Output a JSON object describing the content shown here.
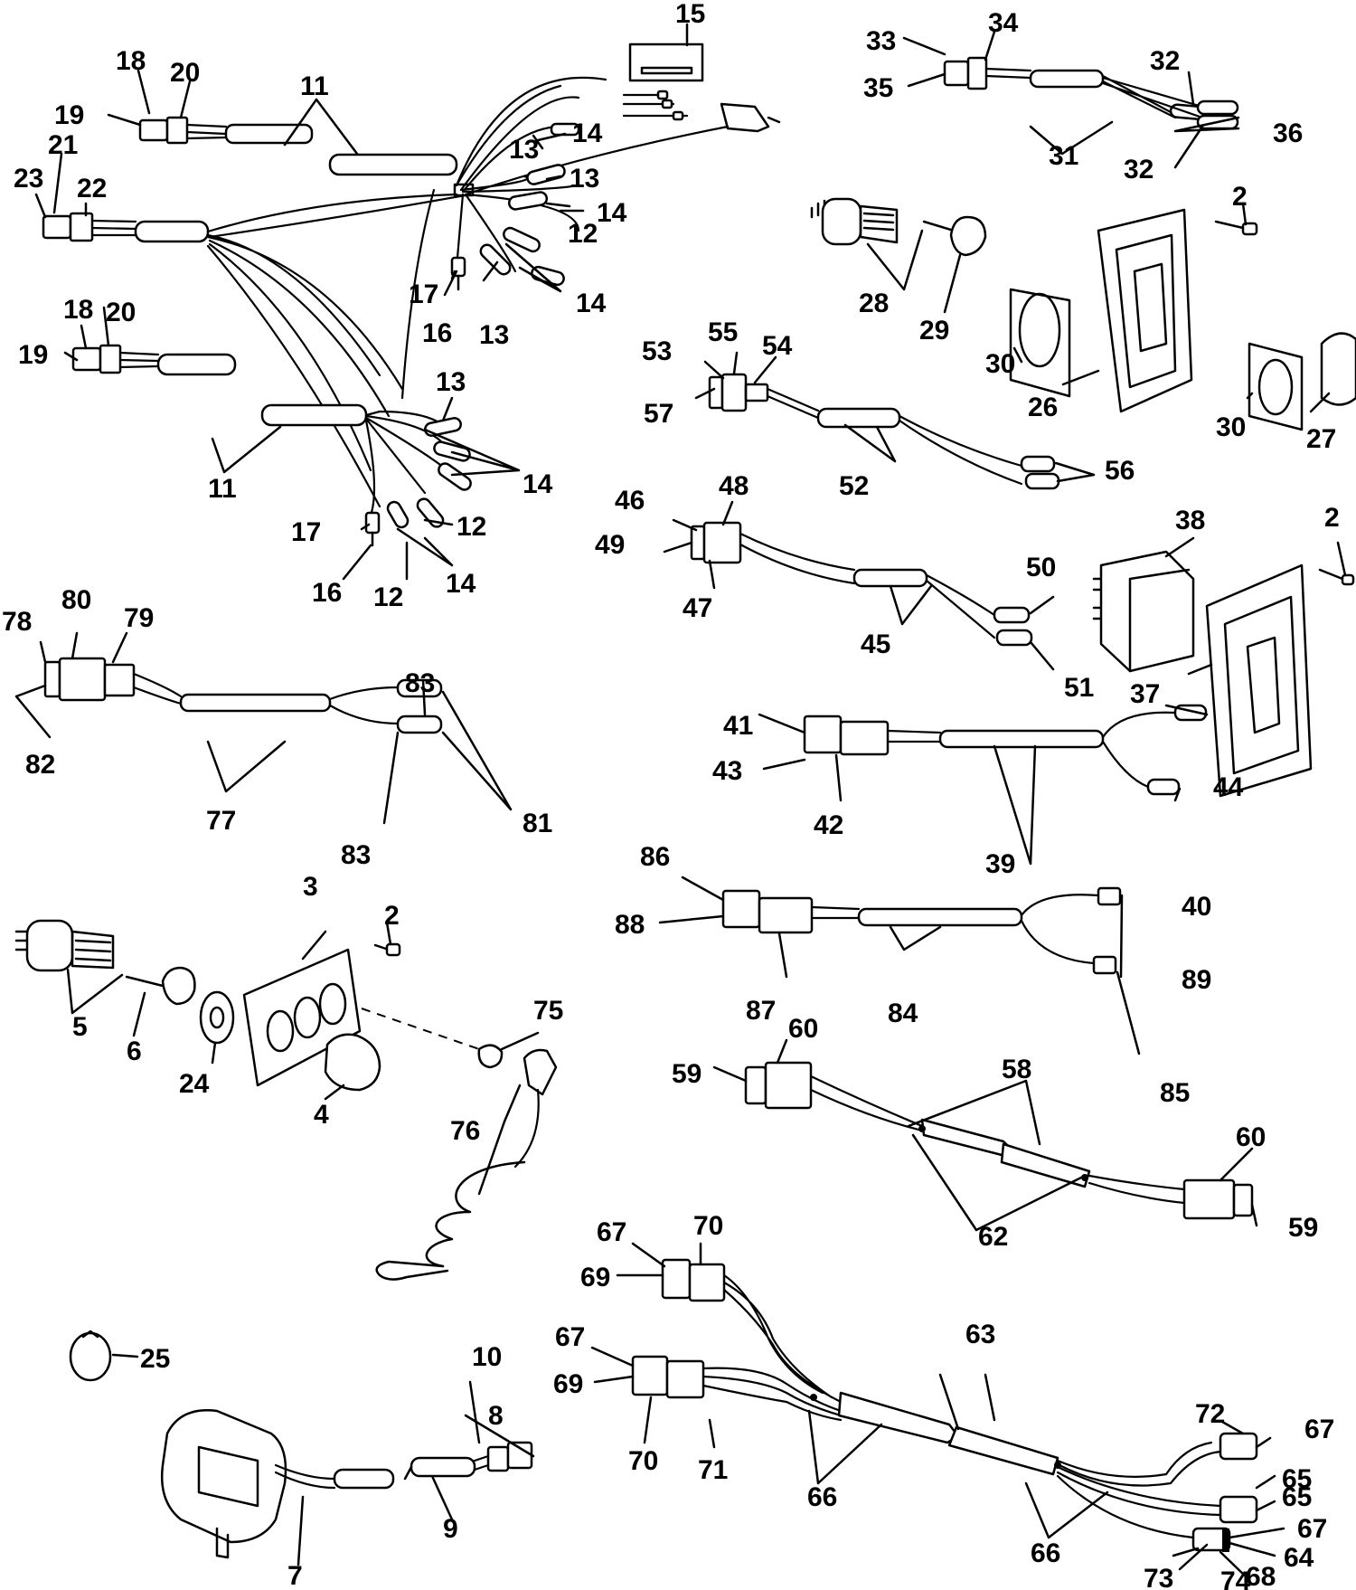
{
  "labels": [
    {
      "id": "l15a",
      "text": "15"
    },
    {
      "id": "l18a",
      "text": "18"
    },
    {
      "id": "l20a",
      "text": "20"
    },
    {
      "id": "l19a",
      "text": "19"
    },
    {
      "id": "l11a",
      "text": "11"
    },
    {
      "id": "l21",
      "text": "21"
    },
    {
      "id": "l23",
      "text": "23"
    },
    {
      "id": "l22",
      "text": "22"
    },
    {
      "id": "l13a",
      "text": "13"
    },
    {
      "id": "l14a",
      "text": "14"
    },
    {
      "id": "l13b",
      "text": "13"
    },
    {
      "id": "l14b",
      "text": "14"
    },
    {
      "id": "l12a",
      "text": "12"
    },
    {
      "id": "l17a",
      "text": "17"
    },
    {
      "id": "l16a",
      "text": "16"
    },
    {
      "id": "l13c",
      "text": "13"
    },
    {
      "id": "l14c",
      "text": "14"
    },
    {
      "id": "l18b",
      "text": "18"
    },
    {
      "id": "l20b",
      "text": "20"
    },
    {
      "id": "l19b",
      "text": "19"
    },
    {
      "id": "l13d",
      "text": "13"
    },
    {
      "id": "l11b",
      "text": "11"
    },
    {
      "id": "l14d",
      "text": "14"
    },
    {
      "id": "l17b",
      "text": "17"
    },
    {
      "id": "l12b",
      "text": "12"
    },
    {
      "id": "l16b",
      "text": "16"
    },
    {
      "id": "l12c",
      "text": "12"
    },
    {
      "id": "l14e",
      "text": "14"
    },
    {
      "id": "l33",
      "text": "33"
    },
    {
      "id": "l34",
      "text": "34"
    },
    {
      "id": "l35",
      "text": "35"
    },
    {
      "id": "l32a",
      "text": "32"
    },
    {
      "id": "l36",
      "text": "36"
    },
    {
      "id": "l31",
      "text": "31"
    },
    {
      "id": "l32b",
      "text": "32"
    },
    {
      "id": "l2a",
      "text": "2"
    },
    {
      "id": "l28",
      "text": "28"
    },
    {
      "id": "l29",
      "text": "29"
    },
    {
      "id": "l30a",
      "text": "30"
    },
    {
      "id": "l26",
      "text": "26"
    },
    {
      "id": "l30b",
      "text": "30"
    },
    {
      "id": "l27",
      "text": "27"
    },
    {
      "id": "l53",
      "text": "53"
    },
    {
      "id": "l55",
      "text": "55"
    },
    {
      "id": "l54",
      "text": "54"
    },
    {
      "id": "l57",
      "text": "57"
    },
    {
      "id": "l52",
      "text": "52"
    },
    {
      "id": "l56",
      "text": "56"
    },
    {
      "id": "l46",
      "text": "46"
    },
    {
      "id": "l48",
      "text": "48"
    },
    {
      "id": "l49",
      "text": "49"
    },
    {
      "id": "l47",
      "text": "47"
    },
    {
      "id": "l45",
      "text": "45"
    },
    {
      "id": "l50",
      "text": "50"
    },
    {
      "id": "l51",
      "text": "51"
    },
    {
      "id": "l38",
      "text": "38"
    },
    {
      "id": "l2b",
      "text": "2"
    },
    {
      "id": "l37",
      "text": "37"
    },
    {
      "id": "l78",
      "text": "78"
    },
    {
      "id": "l80",
      "text": "80"
    },
    {
      "id": "l79",
      "text": "79"
    },
    {
      "id": "l82",
      "text": "82"
    },
    {
      "id": "l77",
      "text": "77"
    },
    {
      "id": "l83a",
      "text": "83"
    },
    {
      "id": "l81",
      "text": "81"
    },
    {
      "id": "l83b",
      "text": "83"
    },
    {
      "id": "l41",
      "text": "41"
    },
    {
      "id": "l43",
      "text": "43"
    },
    {
      "id": "l42",
      "text": "42"
    },
    {
      "id": "l39",
      "text": "39"
    },
    {
      "id": "l44",
      "text": "44"
    },
    {
      "id": "l40",
      "text": "40"
    },
    {
      "id": "l86",
      "text": "86"
    },
    {
      "id": "l88",
      "text": "88"
    },
    {
      "id": "l87",
      "text": "87"
    },
    {
      "id": "l84",
      "text": "84"
    },
    {
      "id": "l89",
      "text": "89"
    },
    {
      "id": "l85",
      "text": "85"
    },
    {
      "id": "l3",
      "text": "3"
    },
    {
      "id": "l2c",
      "text": "2"
    },
    {
      "id": "l5",
      "text": "5"
    },
    {
      "id": "l6",
      "text": "6"
    },
    {
      "id": "l24",
      "text": "24"
    },
    {
      "id": "l4",
      "text": "4"
    },
    {
      "id": "l75",
      "text": "75"
    },
    {
      "id": "l76",
      "text": "76"
    },
    {
      "id": "l60a",
      "text": "60"
    },
    {
      "id": "l59a",
      "text": "59"
    },
    {
      "id": "l58",
      "text": "58"
    },
    {
      "id": "l60b",
      "text": "60"
    },
    {
      "id": "l62",
      "text": "62"
    },
    {
      "id": "l59b",
      "text": "59"
    },
    {
      "id": "l67a",
      "text": "67"
    },
    {
      "id": "l70a",
      "text": "70"
    },
    {
      "id": "l69a",
      "text": "69"
    },
    {
      "id": "l63",
      "text": "63"
    },
    {
      "id": "l67b",
      "text": "67"
    },
    {
      "id": "l69b",
      "text": "69"
    },
    {
      "id": "l72",
      "text": "72"
    },
    {
      "id": "l67c",
      "text": "67"
    },
    {
      "id": "l70b",
      "text": "70"
    },
    {
      "id": "l71",
      "text": "71"
    },
    {
      "id": "l66a",
      "text": "66"
    },
    {
      "id": "l65a",
      "text": "65"
    },
    {
      "id": "l65b",
      "text": "65"
    },
    {
      "id": "l66b",
      "text": "66"
    },
    {
      "id": "l67d",
      "text": "67"
    },
    {
      "id": "l64",
      "text": "64"
    },
    {
      "id": "l73",
      "text": "73"
    },
    {
      "id": "l74",
      "text": "74"
    },
    {
      "id": "l68",
      "text": "68"
    },
    {
      "id": "l25",
      "text": "25"
    },
    {
      "id": "l10",
      "text": "10"
    },
    {
      "id": "l8",
      "text": "8"
    },
    {
      "id": "l9",
      "text": "9"
    },
    {
      "id": "l7",
      "text": "7"
    }
  ]
}
